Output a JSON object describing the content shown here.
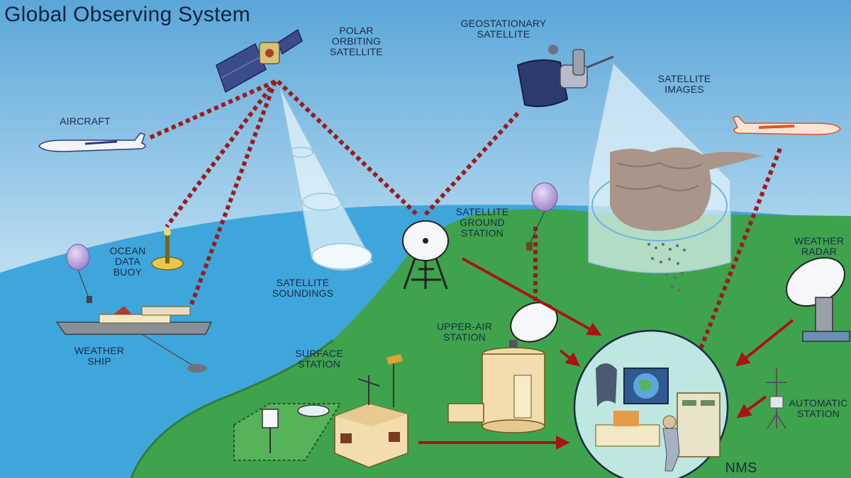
{
  "title": "Global Observing System",
  "labels": {
    "polar": "POLAR\nORBITING\nSATELLITE",
    "geo": "GEOSTATIONARY\nSATELLITE",
    "sat_images": "SATELLITE\nIMAGES",
    "aircraft": "AIRCRAFT",
    "ocean_buoy": "OCEAN\nDATA\nBUOY",
    "soundings": "SATELLITE\nSOUNDINGS",
    "ground_station": "SATELLITE\nGROUND\nSTATION",
    "weather_radar": "WEATHER\nRADAR",
    "weather_ship": "WEATHER\nSHIP",
    "upper_air": "UPPER-AIR\nSTATION",
    "surface": "SURFACE\nSTATION",
    "automatic": "AUTOMATIC\nSTATION",
    "nms": "NMS"
  },
  "colors": {
    "sky_top": "#5aa6d8",
    "sky_bottom": "#d9ecf7",
    "ocean": "#3fa6dc",
    "land": "#3fa34d",
    "link_dotted": "#9b1b1b",
    "arrow": "#a81414",
    "label_text": "#1a2a44"
  },
  "icons": [
    "polar-satellite-icon",
    "geostationary-satellite-icon",
    "aircraft-icon",
    "balloon-icon",
    "buoy-icon",
    "ship-icon",
    "dish-antenna-icon",
    "radar-icon",
    "house-icon",
    "weather-station-icon",
    "nms-operator-icon"
  ]
}
